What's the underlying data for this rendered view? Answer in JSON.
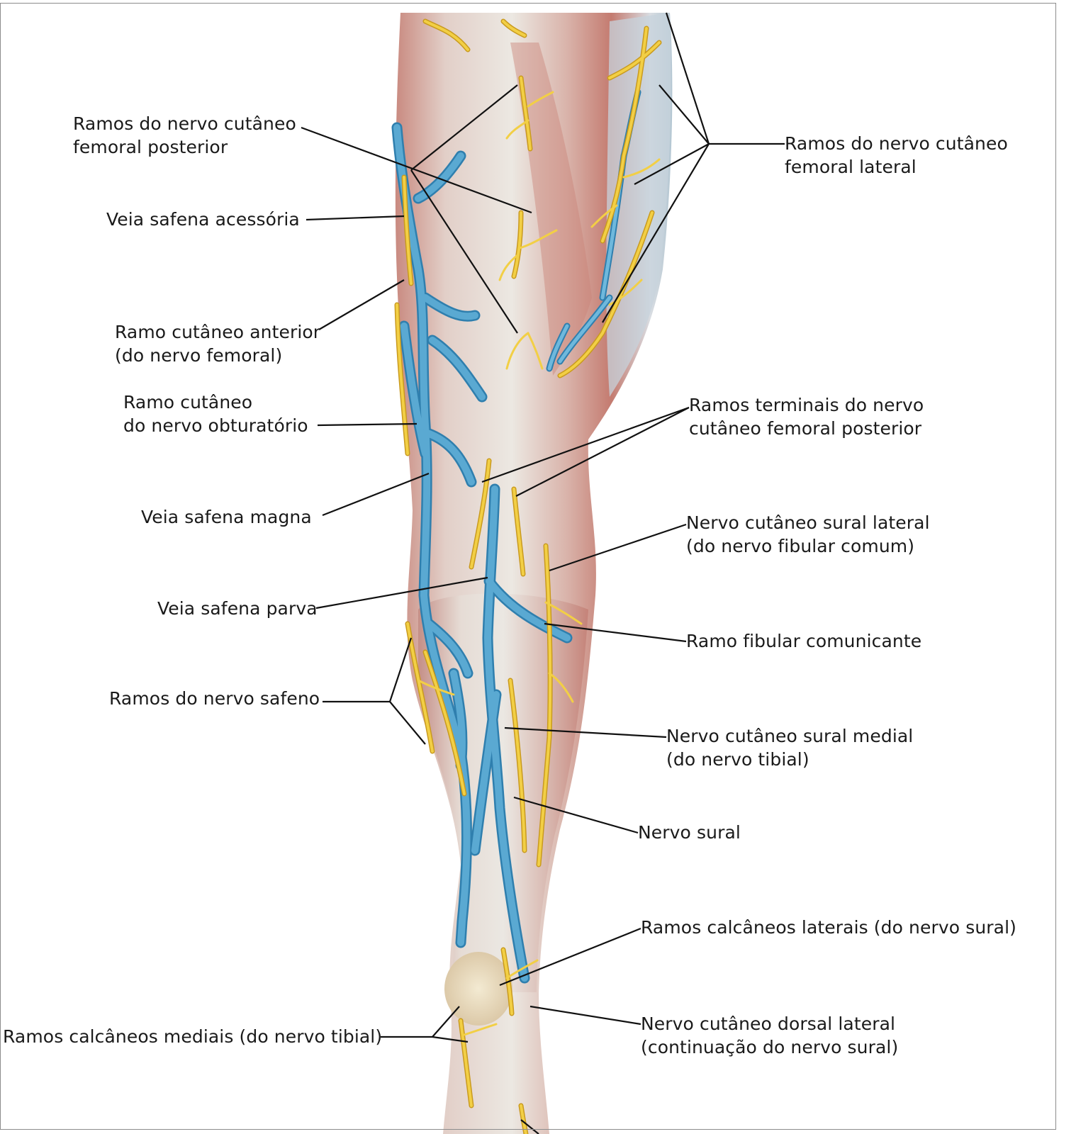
{
  "labels": {
    "post_femoral_branches": "Ramos do nervo cutâneo\nfemoral posterior",
    "lat_femoral_branches": "Ramos do nervo cutâneo\nfemoral lateral",
    "accessory_saphenous": "Veia safena acessória",
    "ant_cutaneous_femoral": "Ramo cutâneo anterior\n(do nervo femoral)",
    "obturator_cutaneous": "Ramo cutâneo\ndo nervo obturatório",
    "terminal_post_femoral": "Ramos terminais do nervo\ncutâneo femoral posterior",
    "great_saphenous": "Veia safena magna",
    "lat_sural_cutaneous": "Nervo cutâneo sural lateral\n(do nervo fibular comum)",
    "small_saphenous": "Veia safena parva",
    "fibular_communicating": "Ramo fibular comunicante",
    "saphenous_nerve_branches": "Ramos do nervo safeno",
    "med_sural_cutaneous": "Nervo cutâneo sural medial\n(do nervo tibial)",
    "sural_nerve": "Nervo sural",
    "lat_calcaneal": "Ramos calcâneos laterais (do nervo sural)",
    "lat_dorsal_cutaneous": "Nervo cutâneo dorsal lateral\n(continuação do nervo sural)",
    "med_calcaneal": "Ramos calcâneos mediais (do nervo tibial)"
  },
  "colors": {
    "vein": "#5aa9d2",
    "vein_edge": "#2f7fae",
    "nerve": "#f2cf45",
    "nerve_edge": "#c99a1e",
    "skin_light": "#e9e4dc",
    "muscle": "#c98378",
    "leader": "#111111"
  }
}
